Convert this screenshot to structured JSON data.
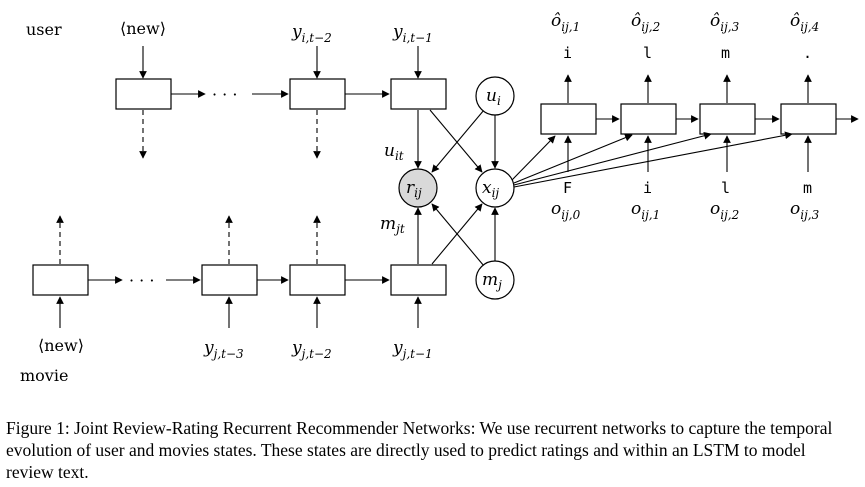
{
  "rows": {
    "user_label": "user",
    "movie_label": "movie"
  },
  "user_chain": {
    "start": "⟨new⟩",
    "ellipsis": "· · ·",
    "inputs": [
      {
        "main": "y",
        "sub": "i,t−2"
      },
      {
        "main": "y",
        "sub": "i,t−1"
      }
    ]
  },
  "movie_chain": {
    "start": "⟨new⟩",
    "ellipsis": "· · ·",
    "inputs": [
      {
        "main": "y",
        "sub": "j,t−3"
      },
      {
        "main": "y",
        "sub": "j,t−2"
      },
      {
        "main": "y",
        "sub": "j,t−1"
      }
    ]
  },
  "nodes": {
    "u_i": {
      "main": "u",
      "sub": "i"
    },
    "m_j": {
      "main": "m",
      "sub": "j"
    },
    "r_ij": {
      "main": "r",
      "sub": "ij"
    },
    "x_ij": {
      "main": "x",
      "sub": "ij"
    }
  },
  "edge_labels": {
    "u_it": {
      "main": "u",
      "sub": "it"
    },
    "m_jt": {
      "main": "m",
      "sub": "jt"
    }
  },
  "lstm": {
    "outputs": [
      {
        "main": "ô",
        "sub": "ij,1",
        "char": "i"
      },
      {
        "main": "ô",
        "sub": "ij,2",
        "char": "l"
      },
      {
        "main": "ô",
        "sub": "ij,3",
        "char": "m"
      },
      {
        "main": "ô",
        "sub": "ij,4",
        "char": "."
      }
    ],
    "inputs": [
      {
        "main": "o",
        "sub": "ij,0",
        "char": "F"
      },
      {
        "main": "o",
        "sub": "ij,1",
        "char": "i"
      },
      {
        "main": "o",
        "sub": "ij,2",
        "char": "l"
      },
      {
        "main": "o",
        "sub": "ij,3",
        "char": "m"
      }
    ]
  },
  "caption": "Figure 1: Joint Review-Rating Recurrent Recommender Networks: We use recurrent networks to capture the temporal evolution of user and movies states. These states are directly used to predict ratings and within an LSTM to model review text."
}
